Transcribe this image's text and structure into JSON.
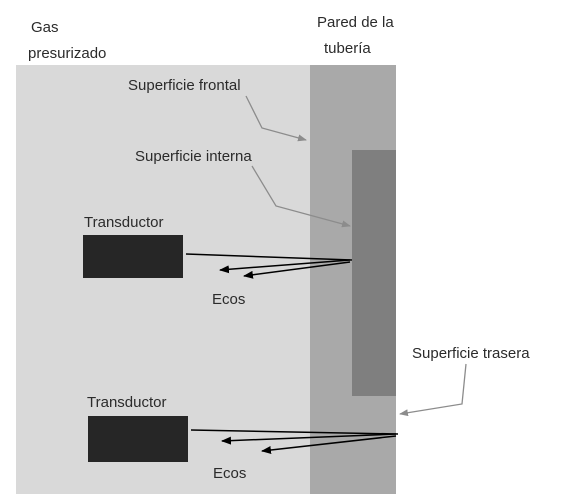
{
  "labels": {
    "gas_line1": "Gas",
    "gas_line2": "presurizado",
    "pipe_wall_line1": "Pared de la",
    "pipe_wall_line2": "tubería",
    "front_surface": "Superficie frontal",
    "inner_surface": "Superficie interna",
    "back_surface": "Superficie trasera",
    "transducer_top": "Transductor",
    "transducer_bottom": "Transductor",
    "echoes_top": "Ecos",
    "echoes_bottom": "Ecos"
  },
  "colors": {
    "gas_region": "#d9d9d9",
    "pipe_wall": "#a9a9a9",
    "inner_defect": "#7f7f7f",
    "transducer": "#262626",
    "leader_line": "#8c8c8c",
    "echo_arrow": "#000000"
  }
}
